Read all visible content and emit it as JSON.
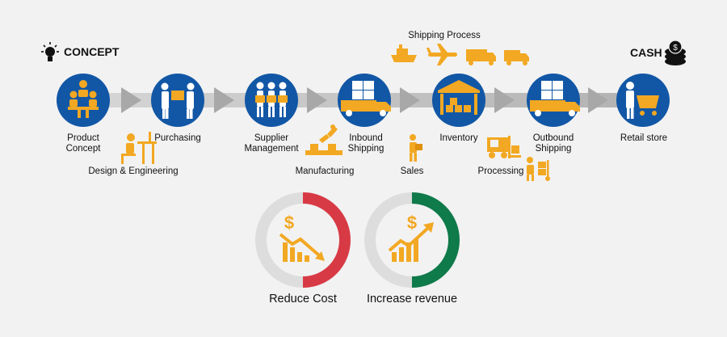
{
  "header": {
    "concept": "CONCEPT",
    "cash": "CASH",
    "shipping_process": "Shipping Process"
  },
  "steps": [
    {
      "label": "Product\nConcept",
      "icon": "team-meeting-icon"
    },
    {
      "label": "Purchasing",
      "icon": "handshake-box-icon"
    },
    {
      "label": "Supplier\nManagement",
      "icon": "suppliers-icon"
    },
    {
      "label": "Inbound\nShipping",
      "icon": "loaded-truck-icon"
    },
    {
      "label": "Inventory",
      "icon": "warehouse-icon"
    },
    {
      "label": "Outbound\nShipping",
      "icon": "loaded-truck-icon"
    },
    {
      "label": "Retail store",
      "icon": "shopping-cart-icon"
    }
  ],
  "side_activities": [
    {
      "label": "Design & Engineering",
      "icon": "designer-desk-icon"
    },
    {
      "label": "Manufacturing",
      "icon": "robot-arm-icon"
    },
    {
      "label": "Sales",
      "icon": "delivery-person-icon"
    },
    {
      "label": "Processing",
      "icon": "forklift-icon"
    }
  ],
  "shipping_modes": [
    "ship-icon",
    "airplane-icon",
    "truck-icon",
    "van-icon"
  ],
  "outcomes": [
    {
      "label": "Reduce Cost",
      "icon": "dollar-chart-down-icon",
      "ring_color": "#d83a45"
    },
    {
      "label": "Increase revenue",
      "icon": "dollar-chart-up-icon",
      "ring_color": "#0f7a4a"
    }
  ],
  "colors": {
    "node": "#1257a6",
    "icon": "#f2a822",
    "arrow": "#bdbdbd",
    "ring_base": "#dddddd"
  }
}
